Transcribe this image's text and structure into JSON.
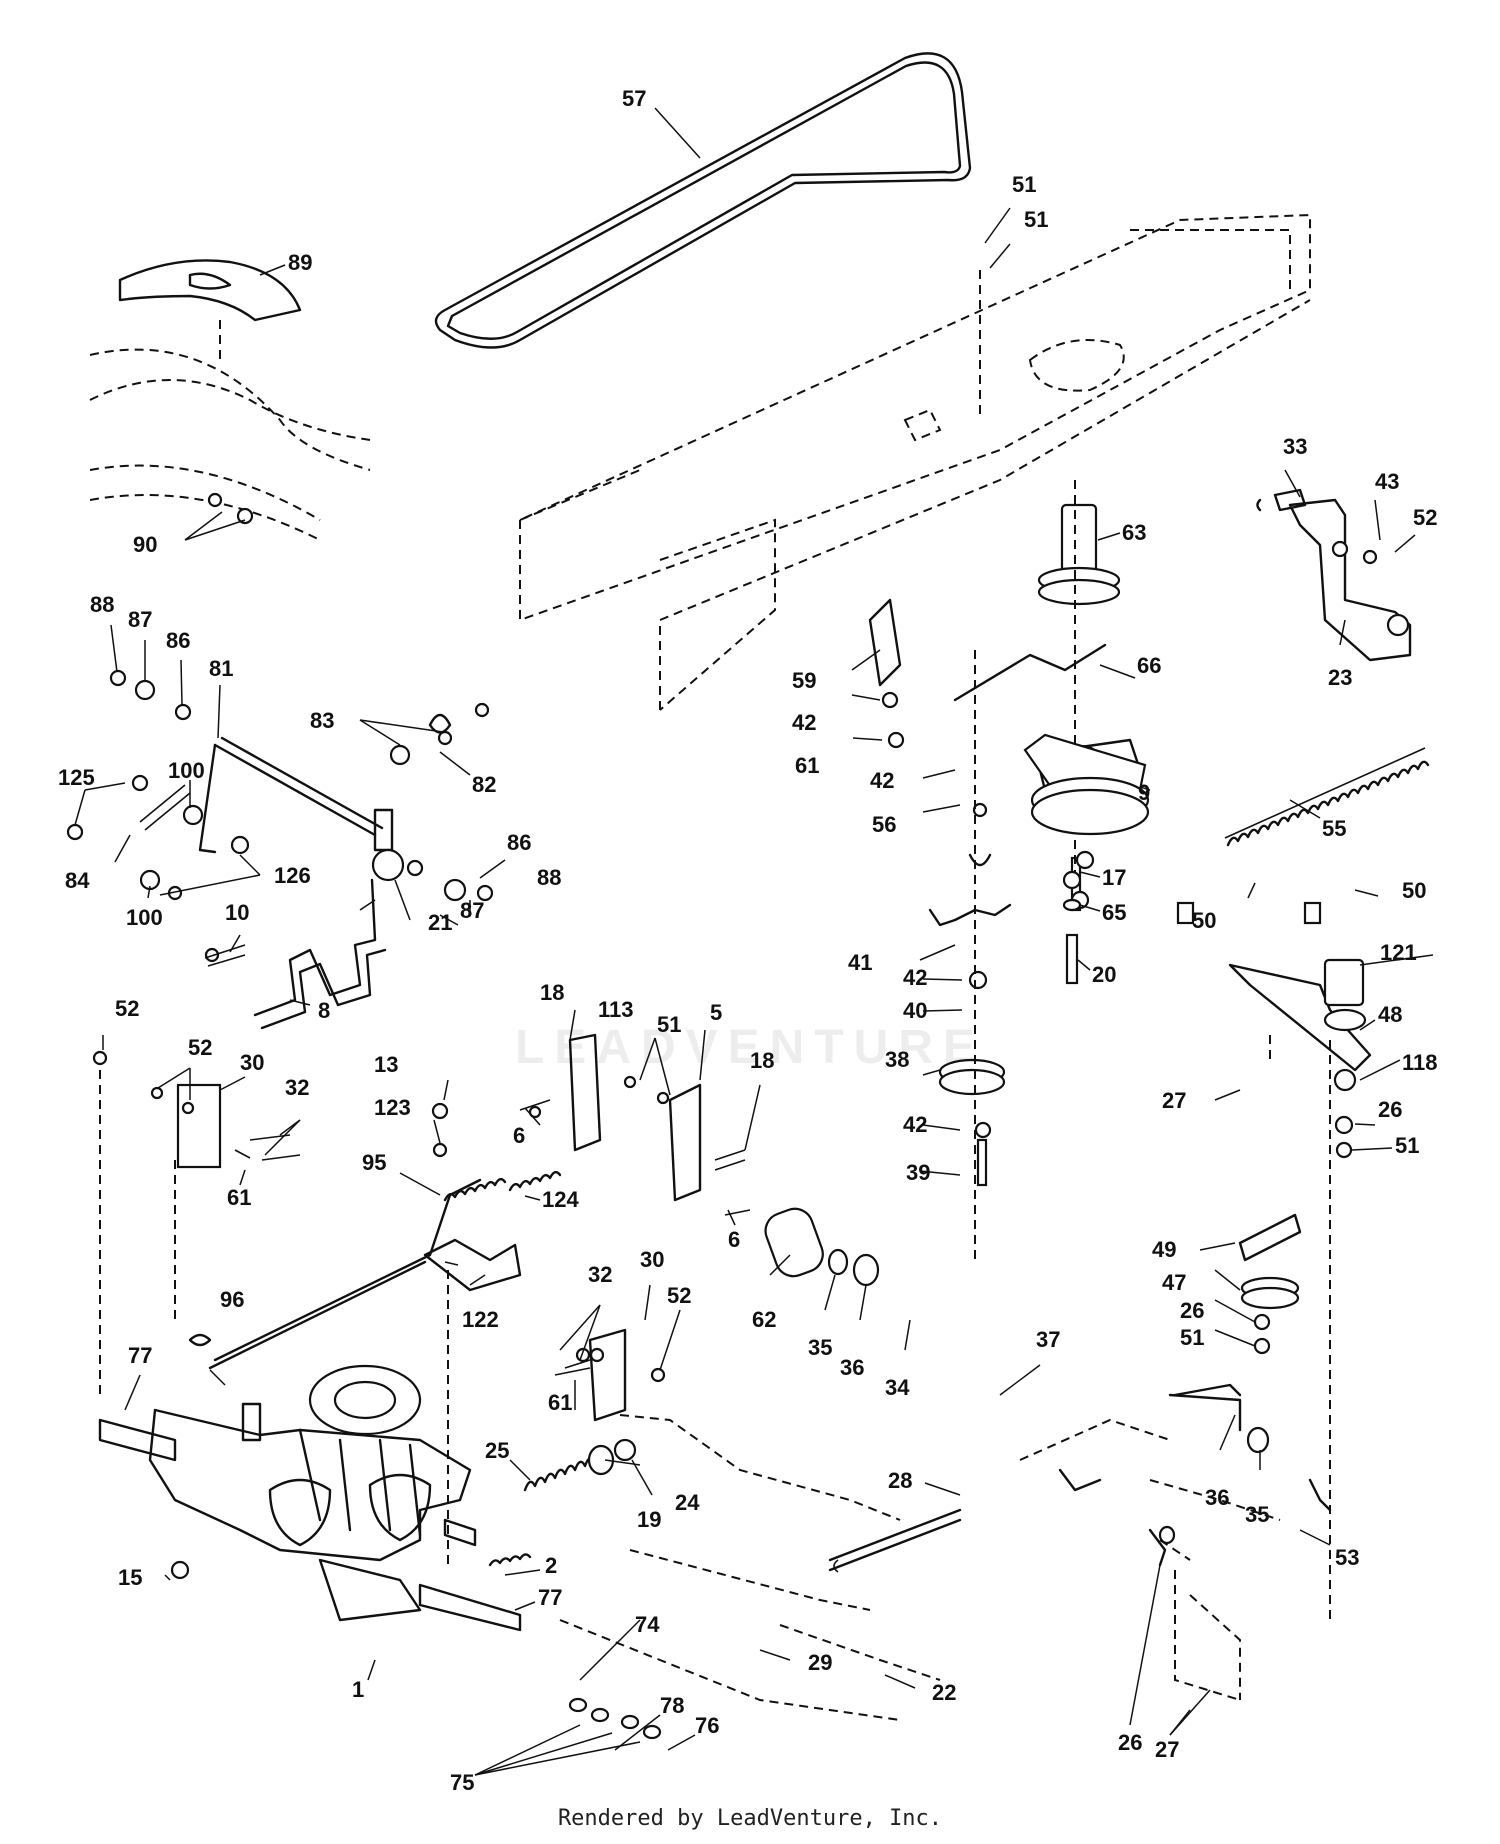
{
  "watermark": "LEADVENTURE",
  "footer": "Rendered by LeadVenture, Inc.",
  "callouts": [
    {
      "id": "57",
      "text": "57"
    },
    {
      "id": "51a",
      "text": "51"
    },
    {
      "id": "51b",
      "text": "51"
    },
    {
      "id": "89",
      "text": "89"
    },
    {
      "id": "90",
      "text": "90"
    },
    {
      "id": "33",
      "text": "33"
    },
    {
      "id": "43",
      "text": "43"
    },
    {
      "id": "52a",
      "text": "52"
    },
    {
      "id": "63",
      "text": "63"
    },
    {
      "id": "23",
      "text": "23"
    },
    {
      "id": "88a",
      "text": "88"
    },
    {
      "id": "87a",
      "text": "87"
    },
    {
      "id": "86a",
      "text": "86"
    },
    {
      "id": "81",
      "text": "81"
    },
    {
      "id": "83",
      "text": "83"
    },
    {
      "id": "82",
      "text": "82"
    },
    {
      "id": "125",
      "text": "125"
    },
    {
      "id": "100a",
      "text": "100"
    },
    {
      "id": "84",
      "text": "84"
    },
    {
      "id": "100b",
      "text": "100"
    },
    {
      "id": "126",
      "text": "126"
    },
    {
      "id": "86b",
      "text": "86"
    },
    {
      "id": "87b",
      "text": "87"
    },
    {
      "id": "88b",
      "text": "88"
    },
    {
      "id": "10",
      "text": "10"
    },
    {
      "id": "21",
      "text": "21"
    },
    {
      "id": "8",
      "text": "8"
    },
    {
      "id": "59",
      "text": "59"
    },
    {
      "id": "42a",
      "text": "42"
    },
    {
      "id": "61a",
      "text": "61"
    },
    {
      "id": "66",
      "text": "66"
    },
    {
      "id": "42b",
      "text": "42"
    },
    {
      "id": "56",
      "text": "56"
    },
    {
      "id": "9",
      "text": "9"
    },
    {
      "id": "55",
      "text": "55"
    },
    {
      "id": "17",
      "text": "17"
    },
    {
      "id": "65",
      "text": "65"
    },
    {
      "id": "50a",
      "text": "50"
    },
    {
      "id": "50b",
      "text": "50"
    },
    {
      "id": "121",
      "text": "121"
    },
    {
      "id": "41",
      "text": "41"
    },
    {
      "id": "20",
      "text": "20"
    },
    {
      "id": "42c",
      "text": "42"
    },
    {
      "id": "40",
      "text": "40"
    },
    {
      "id": "48",
      "text": "48"
    },
    {
      "id": "38",
      "text": "38"
    },
    {
      "id": "118",
      "text": "118"
    },
    {
      "id": "27a",
      "text": "27"
    },
    {
      "id": "26a",
      "text": "26"
    },
    {
      "id": "42d",
      "text": "42"
    },
    {
      "id": "51c",
      "text": "51"
    },
    {
      "id": "39",
      "text": "39"
    },
    {
      "id": "52b",
      "text": "52"
    },
    {
      "id": "52c",
      "text": "52"
    },
    {
      "id": "30a",
      "text": "30"
    },
    {
      "id": "32a",
      "text": "32"
    },
    {
      "id": "18a",
      "text": "18"
    },
    {
      "id": "113",
      "text": "113"
    },
    {
      "id": "51d",
      "text": "51"
    },
    {
      "id": "5",
      "text": "5"
    },
    {
      "id": "18b",
      "text": "18"
    },
    {
      "id": "13",
      "text": "13"
    },
    {
      "id": "123",
      "text": "123"
    },
    {
      "id": "6a",
      "text": "6"
    },
    {
      "id": "95",
      "text": "95"
    },
    {
      "id": "61b",
      "text": "61"
    },
    {
      "id": "124",
      "text": "124"
    },
    {
      "id": "6b",
      "text": "6"
    },
    {
      "id": "49",
      "text": "49"
    },
    {
      "id": "47",
      "text": "47"
    },
    {
      "id": "26b",
      "text": "26"
    },
    {
      "id": "51e",
      "text": "51"
    },
    {
      "id": "122",
      "text": "122"
    },
    {
      "id": "32b",
      "text": "32"
    },
    {
      "id": "30b",
      "text": "30"
    },
    {
      "id": "52d",
      "text": "52"
    },
    {
      "id": "62",
      "text": "62"
    },
    {
      "id": "35a",
      "text": "35"
    },
    {
      "id": "36a",
      "text": "36"
    },
    {
      "id": "34",
      "text": "34"
    },
    {
      "id": "37",
      "text": "37"
    },
    {
      "id": "96",
      "text": "96"
    },
    {
      "id": "61c",
      "text": "61"
    },
    {
      "id": "77a",
      "text": "77"
    },
    {
      "id": "25",
      "text": "25"
    },
    {
      "id": "24",
      "text": "24"
    },
    {
      "id": "19",
      "text": "19"
    },
    {
      "id": "28",
      "text": "28"
    },
    {
      "id": "36b",
      "text": "36"
    },
    {
      "id": "35b",
      "text": "35"
    },
    {
      "id": "15",
      "text": "15"
    },
    {
      "id": "2",
      "text": "2"
    },
    {
      "id": "77b",
      "text": "77"
    },
    {
      "id": "53",
      "text": "53"
    },
    {
      "id": "74",
      "text": "74"
    },
    {
      "id": "29",
      "text": "29"
    },
    {
      "id": "22",
      "text": "22"
    },
    {
      "id": "1",
      "text": "1"
    },
    {
      "id": "78",
      "text": "78"
    },
    {
      "id": "76",
      "text": "76"
    },
    {
      "id": "26c",
      "text": "26"
    },
    {
      "id": "27b",
      "text": "27"
    },
    {
      "id": "75",
      "text": "75"
    }
  ]
}
